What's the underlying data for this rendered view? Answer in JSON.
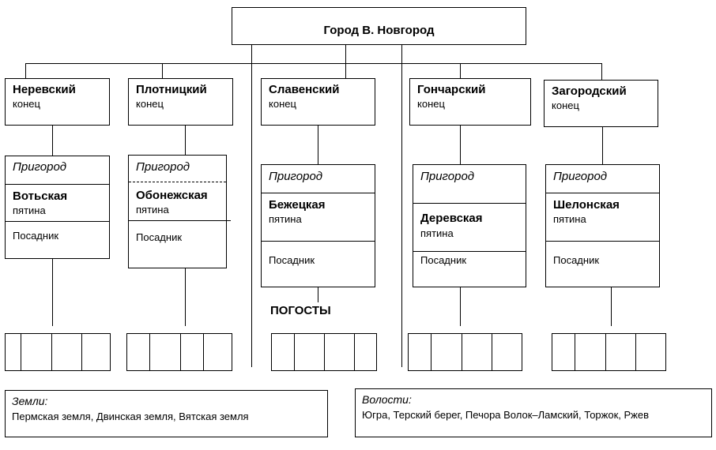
{
  "root": {
    "label": "Город В. Новгород"
  },
  "ends": [
    {
      "name": "Неревский",
      "sub": "конец"
    },
    {
      "name": "Плотницкий",
      "sub": "конец"
    },
    {
      "name": "Славенский",
      "sub": "конец"
    },
    {
      "name": "Гончарский",
      "sub": "конец"
    },
    {
      "name": "Загородский",
      "sub": "конец"
    }
  ],
  "pyatiny": [
    {
      "prigorod": "Пригород",
      "name": "Вотьская",
      "sub": "пятина",
      "posadnik": "Посадник"
    },
    {
      "prigorod": "Пригород",
      "name": "Обонежская",
      "sub": "пятина",
      "posadnik": "Посадник"
    },
    {
      "prigorod": "Пригород",
      "name": "Бежецкая",
      "sub": "пятина",
      "posadnik": "Посадник"
    },
    {
      "prigorod": "Пригород",
      "name": "Деревская",
      "sub": "пятина",
      "posadnik": "Посадник"
    },
    {
      "prigorod": "Пригород",
      "name": "Шелонская",
      "sub": "пятина",
      "posadnik": "Посадник"
    }
  ],
  "pogosty_label": "ПОГОСТЫ",
  "zemli": {
    "title": "Земли:",
    "text": "Пермская земля, Двинская земля, Вятская земля"
  },
  "volosti": {
    "title": "Волости:",
    "text": "Югра, Терский берег, Печора Волок–Ламский, Торжок, Ржев"
  }
}
